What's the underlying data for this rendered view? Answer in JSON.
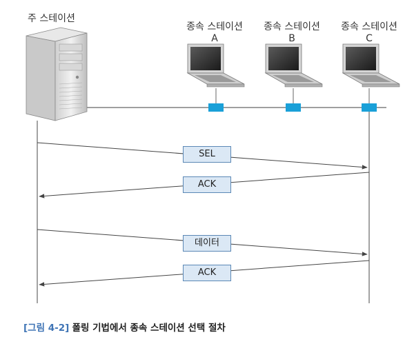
{
  "primary_station": {
    "label": "주 스테이션"
  },
  "secondary_stations": [
    {
      "label": "종속 스테이션",
      "id": "A"
    },
    {
      "label": "종속 스테이션",
      "id": "B"
    },
    {
      "label": "종속 스테이션",
      "id": "C"
    }
  ],
  "messages": [
    {
      "label": "SEL",
      "direction": "primary-to-C"
    },
    {
      "label": "ACK",
      "direction": "C-to-primary"
    },
    {
      "label": "데이터",
      "direction": "primary-to-C"
    },
    {
      "label": "ACK",
      "direction": "C-to-primary"
    }
  ],
  "caption": {
    "number": "[그림 4-2]",
    "title": "폴링 기법에서 종속 스테이션 선택 절차"
  },
  "colors": {
    "connector": "#1aa0d8",
    "message_box_fill": "#dbe8f5",
    "message_box_border": "#5a87b5",
    "caption_accent": "#3f74b5"
  }
}
